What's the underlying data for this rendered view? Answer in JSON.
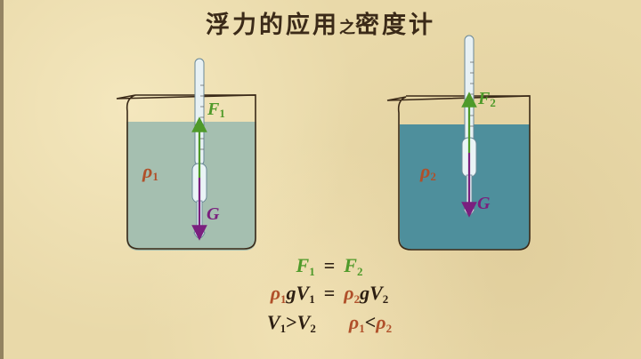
{
  "title": {
    "main_part1": "浮力的应用",
    "connector": "之",
    "main_part2": "密度计"
  },
  "colors": {
    "background": "#e9d9a9",
    "liquid_1": "#a5bfb0",
    "liquid_2": "#4e8f9c",
    "buoyancy_arrow": "#4f9a2a",
    "gravity_arrow": "#7a1f7e",
    "density_label": "#b0502a",
    "text_dark": "#2c1e12"
  },
  "beaker_left": {
    "density_symbol": "ρ",
    "density_sub": "1",
    "buoyancy_symbol": "F",
    "buoyancy_sub": "1",
    "gravity_symbol": "G"
  },
  "beaker_right": {
    "density_symbol": "ρ",
    "density_sub": "2",
    "buoyancy_symbol": "F",
    "buoyancy_sub": "2",
    "gravity_symbol": "G"
  },
  "equations": {
    "line1": {
      "lhs": "F",
      "lhs_sub": "1",
      "op": "=",
      "rhs": "F",
      "rhs_sub": "2"
    },
    "line2": {
      "lhs_rho": "ρ",
      "lhs_rho_sub": "1",
      "lhs_rest": "gV",
      "lhs_rest_sub": "1",
      "op": "=",
      "rhs_rho": "ρ",
      "rhs_rho_sub": "2",
      "rhs_rest": "gV",
      "rhs_rest_sub": "2"
    },
    "line3": {
      "a": "V",
      "a_sub": "1",
      "op1": ">",
      "b": "V",
      "b_sub": "2",
      "c": "ρ",
      "c_sub": "1",
      "op2": "<",
      "d": "ρ",
      "d_sub": "2"
    }
  }
}
